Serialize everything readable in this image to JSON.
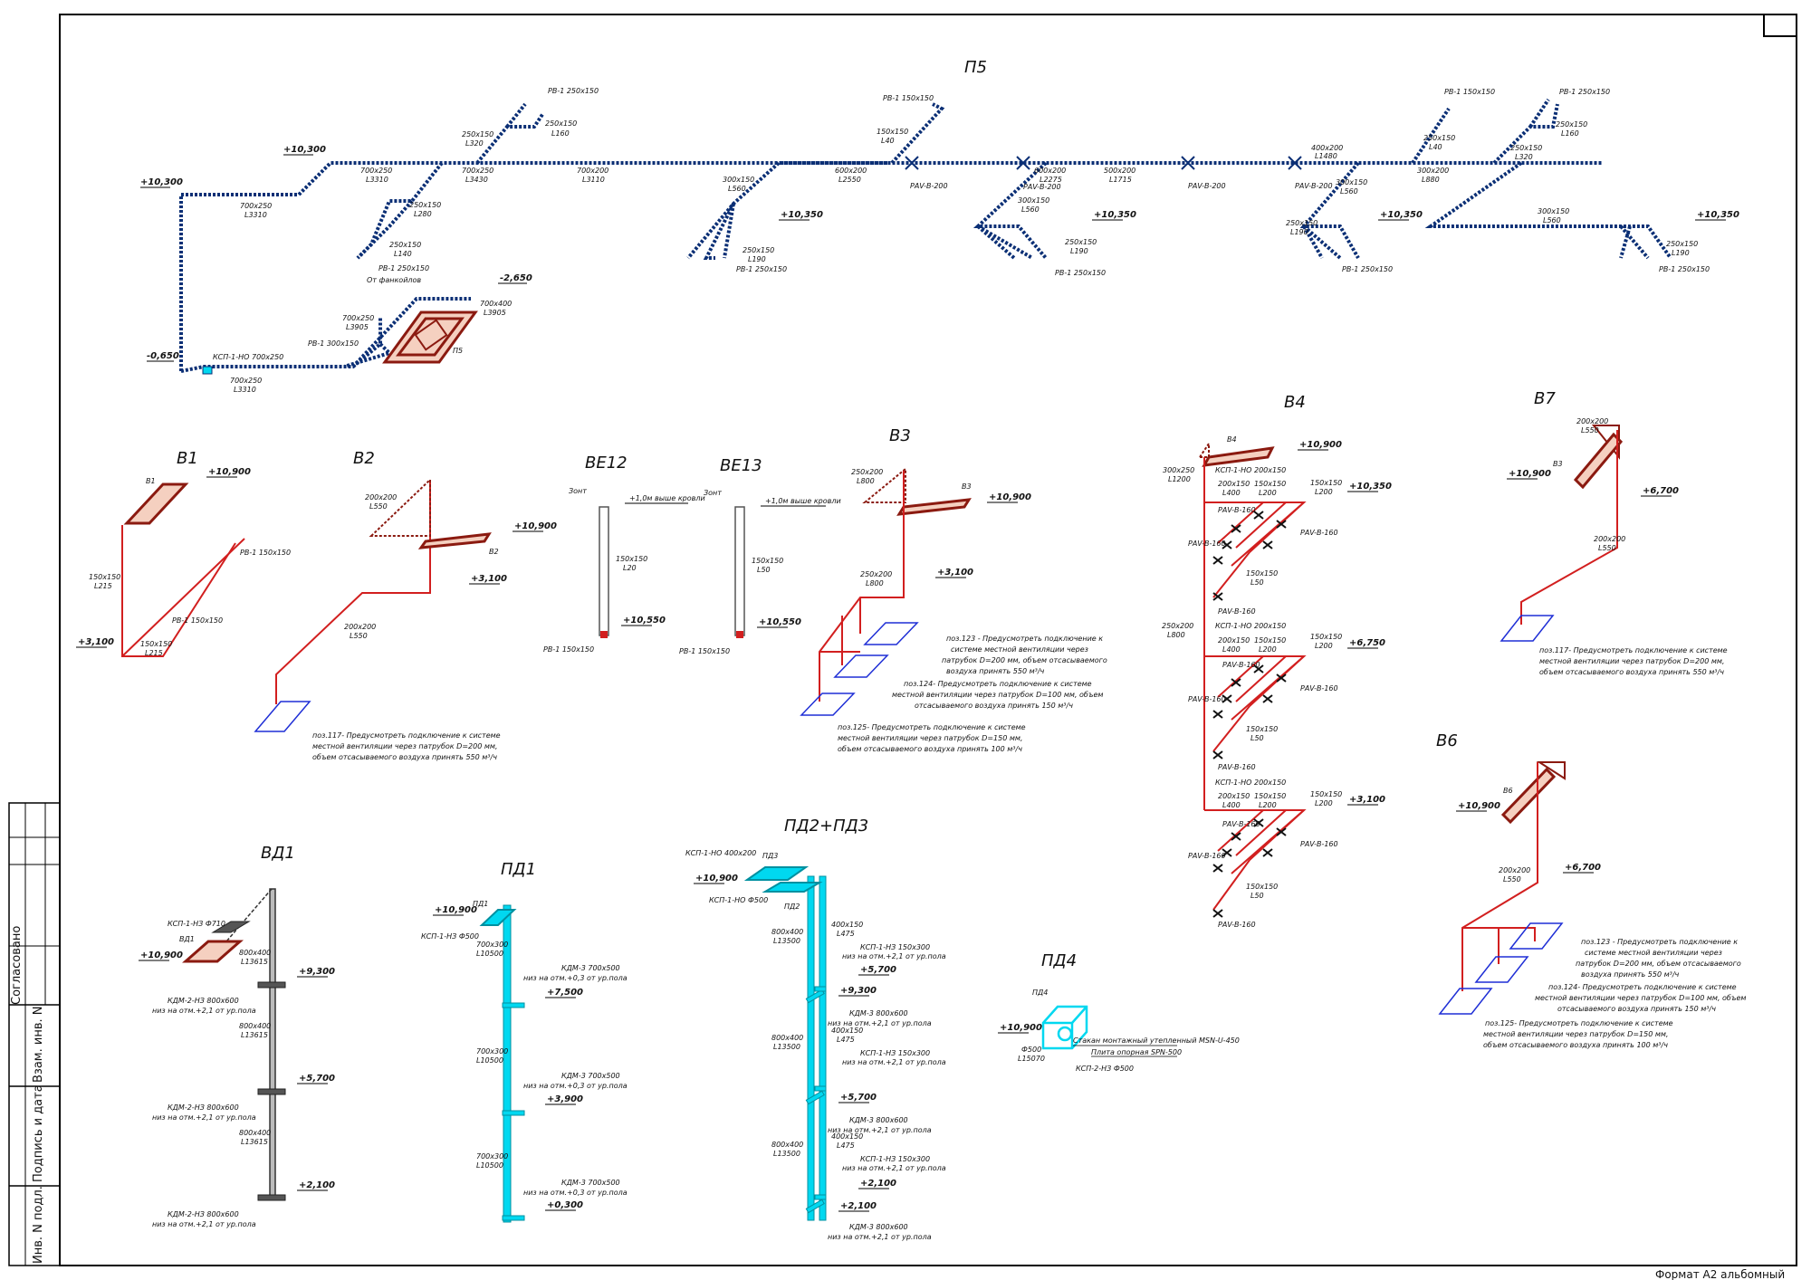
{
  "sheet": {
    "format_label": "Формат А2 альбомный",
    "side_stamp": [
      "Согласовано",
      "Взам. инв. N",
      "Подпись и дата",
      "Инв. N подл."
    ]
  },
  "colors": {
    "supply": "#0b2f75",
    "exhaust": "#d21f1f",
    "local": "#1f2fd6",
    "equipment": "#8b1a10",
    "cyan": "#00d8f0",
    "gray": "#333333"
  },
  "systems": {
    "p5": {
      "title": "П5",
      "levels": [
        "+10,300",
        "+10,300",
        "-0,650",
        "-2,650",
        "+10,350",
        "+10,350",
        "+10,350",
        "+10,350"
      ],
      "labels": [
        "РВ-1 250х150",
        "250х150",
        "L160",
        "250х150",
        "L320",
        "700х250",
        "L3310",
        "700х250",
        "L3430",
        "700х200",
        "L3110",
        "700х250",
        "L3310",
        "250х150",
        "L280",
        "250х150",
        "L140",
        "РВ-1 250х150",
        "От фанкойлов",
        "700х250",
        "L3905",
        "700х400",
        "L3905",
        "РВ-1 300х150",
        "П5",
        "КСП-1-НО 700х250",
        "700х250",
        "L3310",
        "РВ-1 150х150",
        "150х150",
        "L40",
        "600х200",
        "L2550",
        "РАV-В-200",
        "300х150",
        "L560",
        "250х150",
        "L190",
        "РВ-1 250х150",
        "600х200",
        "L2275",
        "РАV-В-200",
        "300х150",
        "L560",
        "250х150",
        "L190",
        "РВ-1 250х150",
        "500х200",
        "L1715",
        "РАV-В-200",
        "400х200",
        "L1480",
        "РАV-В-200",
        "300х150",
        "L560",
        "250х150",
        "L190",
        "РВ-1 250х150",
        "РВ-1 150х150",
        "250х150",
        "L40",
        "300х200",
        "L880",
        "РВ-1 250х150",
        "250х150",
        "L160",
        "250х150",
        "L320",
        "300х150",
        "L560",
        "250х150",
        "L190",
        "РВ-1 250х150"
      ]
    },
    "b1": {
      "title": "В1",
      "levels": [
        "+10,900",
        "+3,100"
      ],
      "labels": [
        "В1",
        "РВ-1 150х150",
        "150х150",
        "L215",
        "РВ-1 150х150",
        "150х150",
        "L215"
      ]
    },
    "b2": {
      "title": "В2",
      "levels": [
        "+10,900",
        "+3,100"
      ],
      "labels": [
        "200х200",
        "L550",
        "В2",
        "200х200",
        "L550"
      ],
      "note": [
        "поз.117- Предусмотреть подключение к системе",
        "местной вентиляции через патрубок D=200 мм,",
        "объем отсасываемого воздуха принять 550 м³/ч"
      ]
    },
    "be12": {
      "title": "ВЕ12",
      "levels": [
        "+1,0м выше кровли",
        "+10,550"
      ],
      "labels": [
        "Зонт",
        "150х150",
        "L20",
        "РВ-1 150х150"
      ]
    },
    "be13": {
      "title": "ВЕ13",
      "levels": [
        "+1,0м выше кровли",
        "+10,550"
      ],
      "labels": [
        "Зонт",
        "150х150",
        "L50",
        "РВ-1 150х150"
      ]
    },
    "b3": {
      "title": "В3",
      "levels": [
        "+10,900",
        "+3,100"
      ],
      "labels": [
        "250х200",
        "L800",
        "В3",
        "250х200",
        "L800"
      ],
      "notes": [
        [
          "поз.123 - Предусмотреть подключение к",
          "системе местной вентиляции через",
          "патрубок D=200 мм, объем отсасываемого",
          "воздуха принять 550 м³/ч"
        ],
        [
          "поз.124- Предусмотреть подключение к системе",
          "местной вентиляции через патрубок D=100 мм, объем",
          "отсасываемого воздуха принять 150 м³/ч"
        ],
        [
          "поз.125- Предусмотреть подключение к системе",
          "местной вентиляции через патрубок D=150 мм,",
          "объем отсасываемого воздуха принять 100 м³/ч"
        ]
      ]
    },
    "b4": {
      "title": "В4",
      "levels": [
        "+10,900",
        "+10,350",
        "+6,750",
        "+3,100"
      ],
      "labels": [
        "В4",
        "300х250",
        "L1200",
        "КСП-1-НО 200х150",
        "200х150",
        "L400",
        "150х150",
        "L200",
        "150х150",
        "L200",
        "РАV-В-160",
        "РАV-В-160",
        "РАV-В-160",
        "150х150",
        "L50",
        "РАV-В-160",
        "250х200",
        "L800",
        "КСП-1-НО 200х150",
        "200х150",
        "L400",
        "150х150",
        "L200",
        "150х150",
        "L200",
        "РАV-В-160",
        "РАV-В-160",
        "РАV-В-160",
        "150х150",
        "L50",
        "РАV-В-160",
        "КСП-1-НО 200х150",
        "200х150",
        "L400",
        "150х150",
        "L200",
        "150х150",
        "L200",
        "РАV-В-160",
        "РАV-В-160",
        "РАV-В-160",
        "150х150",
        "L50",
        "РАV-В-160"
      ]
    },
    "b7": {
      "title": "В7",
      "levels": [
        "+10,900",
        "+6,700"
      ],
      "labels": [
        "200х200",
        "L550",
        "В3",
        "200х200",
        "L550"
      ],
      "note": [
        "поз.117- Предусмотреть подключение к системе",
        "местной вентиляции через патрубок D=200 мм,",
        "объем отсасываемого воздуха принять 550 м³/ч"
      ]
    },
    "b6": {
      "title": "В6",
      "levels": [
        "+10,900",
        "+6,700"
      ],
      "labels": [
        "В6",
        "200х200",
        "L550"
      ],
      "notes": [
        [
          "поз.123 - Предусмотреть подключение к",
          "системе местной вентиляции через",
          "патрубок D=200 мм, объем отсасываемого",
          "воздуха принять 550 м³/ч"
        ],
        [
          "поз.124- Предусмотреть подключение к системе",
          "местной вентиляции через патрубок D=100 мм, объем",
          "отсасываемого воздуха принять 150 м³/ч"
        ],
        [
          "поз.125- Предусмотреть подключение к системе",
          "местной вентиляции через патрубок D=150 мм,",
          "объем отсасываемого воздуха принять 100 м³/ч"
        ]
      ]
    },
    "bd1": {
      "title": "ВД1",
      "levels": [
        "+10,900",
        "+9,300",
        "+5,700",
        "+2,100"
      ],
      "labels": [
        "КСП-1-НЗ Ф710",
        "ВД1",
        "800х400",
        "L13615",
        "КДМ-2-НЗ 800х600",
        "низ на отм.+2,1 от ур.пола",
        "800х400",
        "L13615",
        "КДМ-2-НЗ 800х600",
        "низ на отм.+2,1 от ур.пола",
        "800х400",
        "L13615",
        "КДМ-2-НЗ 800х600",
        "низ на отм.+2,1 от ур.пола"
      ]
    },
    "pd1": {
      "title": "ПД1",
      "levels": [
        "+10,900",
        "+7,500",
        "+3,900",
        "+0,300"
      ],
      "labels": [
        "ПД1",
        "КСП-1-НЗ Ф500",
        "700х300",
        "L10500",
        "КДМ-3 700х500",
        "низ на отм.+0,3 от ур.пола",
        "700х300",
        "L10500",
        "КДМ-3 700х500",
        "низ на отм.+0,3 от ур.пола",
        "700х300",
        "L10500",
        "КДМ-3 700х500",
        "низ на отм.+0,3 от ур.пола"
      ]
    },
    "pd23": {
      "title": "ПД2+ПД3",
      "levels": [
        "+10,900",
        "+5,700",
        "+9,300",
        "+5,700",
        "+2,100",
        "+2,100"
      ],
      "labels": [
        "КСП-1-НО 400х200",
        "ПД3",
        "КСП-1-НО Ф500",
        "ПД2",
        "800х400",
        "L13500",
        "400х150",
        "L475",
        "КСП-1-НЗ 150х300",
        "низ на отм.+2,1 от ур.пола",
        "КДМ-3 800х600",
        "низ на отм.+2,1 от ур.пола",
        "400х150",
        "L475",
        "800х400",
        "L13500",
        "КСП-1-НЗ 150х300",
        "низ на отм.+2,1 от ур.пола",
        "КДМ-3 800х600",
        "низ на отм.+2,1 от ур.пола",
        "400х150",
        "L475",
        "800х400",
        "L13500",
        "КСП-1-НЗ 150х300",
        "низ на отм.+2,1 от ур.пола",
        "КДМ-3 800х600",
        "низ на отм.+2,1 от ур.пола"
      ]
    },
    "pd4": {
      "title": "ПД4",
      "levels": [
        "+10,900"
      ],
      "labels": [
        "ПД4",
        "Ф500",
        "L15070",
        "Стакан монтажный утепленный MSN-U-450",
        "Плита опорная SPN-500",
        "КСП-2-НЗ Ф500"
      ]
    }
  }
}
